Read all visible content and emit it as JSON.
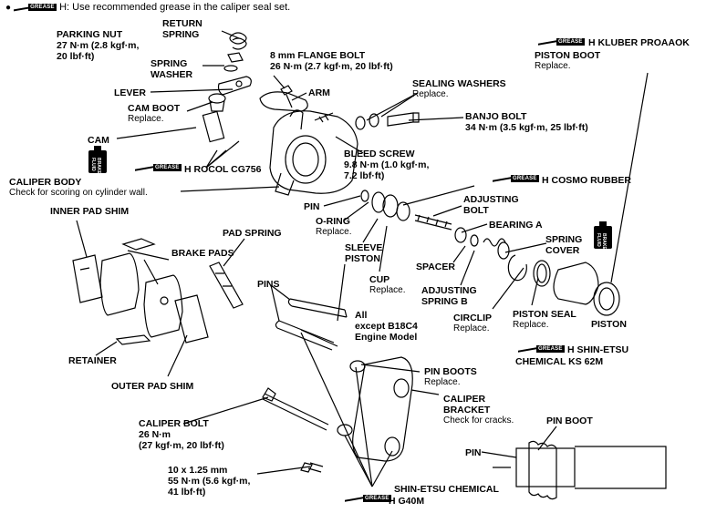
{
  "header": {
    "grease_tag": "GREASE",
    "text": "H: Use recommended grease in the caliper seal set."
  },
  "grease_tag": "GREASE",
  "fluid_tag": "BRAKE FLUID",
  "labels": {
    "parking_nut": {
      "title": "PARKING NUT",
      "spec": "27 N·m (2.8 kgf·m,",
      "spec2": "20 lbf·ft)"
    },
    "return_spring": {
      "title": "RETURN",
      "title2": "SPRING"
    },
    "spring_washer": {
      "title": "SPRING",
      "title2": "WASHER"
    },
    "lever": {
      "title": "LEVER"
    },
    "cam_boot": {
      "title": "CAM BOOT",
      "note": "Replace."
    },
    "cam": {
      "title": "CAM"
    },
    "flange_bolt": {
      "title": "8 mm FLANGE BOLT",
      "spec": "26 N·m (2.7 kgf·m, 20 lbf·ft)"
    },
    "arm": {
      "title": "ARM"
    },
    "sealing_washers": {
      "title": "SEALING WASHERS",
      "note": "Replace."
    },
    "banjo_bolt": {
      "title": "BANJO BOLT",
      "spec": "34 N·m (3.5 kgf·m, 25 lbf·ft)"
    },
    "kluber": {
      "title": "H KLUBER PROAAOK",
      "part": "PISTON BOOT",
      "note": "Replace."
    },
    "caliper_body": {
      "title": "CALIPER BODY",
      "note": "Check for scoring on cylinder wall."
    },
    "rocol": {
      "title": "H ROCOL CG756"
    },
    "bleed_screw": {
      "title": "BLEED SCREW",
      "spec": "9.8 N·m (1.0 kgf·m,",
      "spec2": "7.2 lbf·ft)"
    },
    "cosmo": {
      "title": "H COSMO RUBBER"
    },
    "inner_pad_shim": {
      "title": "INNER PAD SHIM"
    },
    "pin_small": {
      "title": "PIN"
    },
    "o_ring": {
      "title": "O-RING",
      "note": "Replace."
    },
    "adjusting_bolt": {
      "title": "ADJUSTING",
      "title2": "BOLT"
    },
    "bearing_a": {
      "title": "BEARING A"
    },
    "spring_cover": {
      "title": "SPRING",
      "title2": "COVER"
    },
    "pad_spring": {
      "title": "PAD SPRING"
    },
    "brake_pads": {
      "title": "BRAKE PADS"
    },
    "sleeve_piston": {
      "title": "SLEEVE",
      "title2": "PISTON"
    },
    "spacer": {
      "title": "SPACER"
    },
    "cup": {
      "title": "CUP",
      "note": "Replace."
    },
    "adjusting_spring_b": {
      "title": "ADJUSTING",
      "title2": "SPRING B"
    },
    "pins": {
      "title": "PINS"
    },
    "all_except": {
      "title": "All",
      "title2": "except B18C4",
      "title3": "Engine Model"
    },
    "circlip": {
      "title": "CIRCLIP",
      "note": "Replace."
    },
    "piston_seal": {
      "title": "PISTON SEAL",
      "note": "Replace."
    },
    "piston": {
      "title": "PISTON"
    },
    "shin_etsu_1": {
      "title": "H SHIN-ETSU",
      "title2": "CHEMICAL KS 62M"
    },
    "retainer": {
      "title": "RETAINER"
    },
    "outer_pad_shim": {
      "title": "OUTER PAD SHIM"
    },
    "pin_boots": {
      "title": "PIN BOOTS",
      "note": "Replace."
    },
    "caliper_bracket": {
      "title": "CALIPER",
      "title2": "BRACKET",
      "note": "Check for cracks."
    },
    "caliper_bolt": {
      "title": "CALIPER BOLT",
      "spec": "26 N·m",
      "spec2": "(27 kgf·m, 20 lbf·ft)"
    },
    "bolt_10x125": {
      "title": "10 x 1.25 mm",
      "spec": "55 N·m (5.6 kgf·m,",
      "spec2": "41 lbf·ft)"
    },
    "shin_etsu_2": {
      "title": "SHIN-ETSU CHEMICAL",
      "title2": "H G40M"
    },
    "pin_boot_inset": {
      "title": "PIN BOOT"
    },
    "pin_inset": {
      "title": "PIN"
    }
  }
}
